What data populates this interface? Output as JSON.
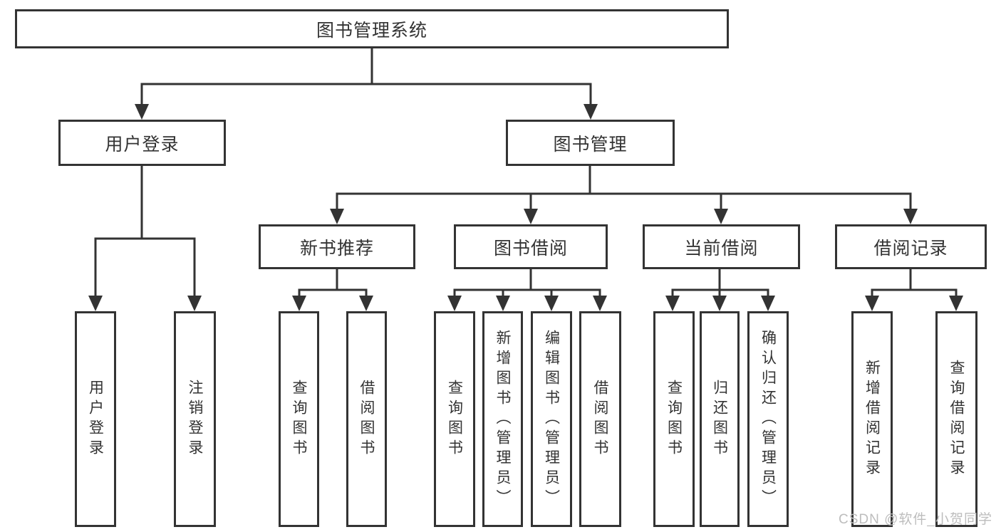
{
  "tree": {
    "label": "图书管理系统",
    "children": [
      {
        "label": "用户登录",
        "children": [
          {
            "label": "用户登录"
          },
          {
            "label": "注销登录"
          }
        ]
      },
      {
        "label": "图书管理",
        "children": [
          {
            "label": "新书推荐",
            "children": [
              {
                "label": "查询图书"
              },
              {
                "label": "借阅图书"
              }
            ]
          },
          {
            "label": "图书借阅",
            "children": [
              {
                "label": "查询图书"
              },
              {
                "label": "新增图书（管理员）"
              },
              {
                "label": "编辑图书（管理员）"
              },
              {
                "label": "借阅图书"
              }
            ]
          },
          {
            "label": "当前借阅",
            "children": [
              {
                "label": "查询图书"
              },
              {
                "label": "归还图书"
              },
              {
                "label": "确认归还（管理员）"
              }
            ]
          },
          {
            "label": "借阅记录",
            "children": [
              {
                "label": "新增借阅记录"
              },
              {
                "label": "查询借阅记录"
              }
            ]
          }
        ]
      }
    ]
  },
  "watermark": {
    "text": "CSDN @软件_小贺同学"
  },
  "colors": {
    "line": "#333333",
    "box_border": "#333333",
    "text": "#333333",
    "background": "#ffffff",
    "watermark": "#bdbdbd"
  }
}
